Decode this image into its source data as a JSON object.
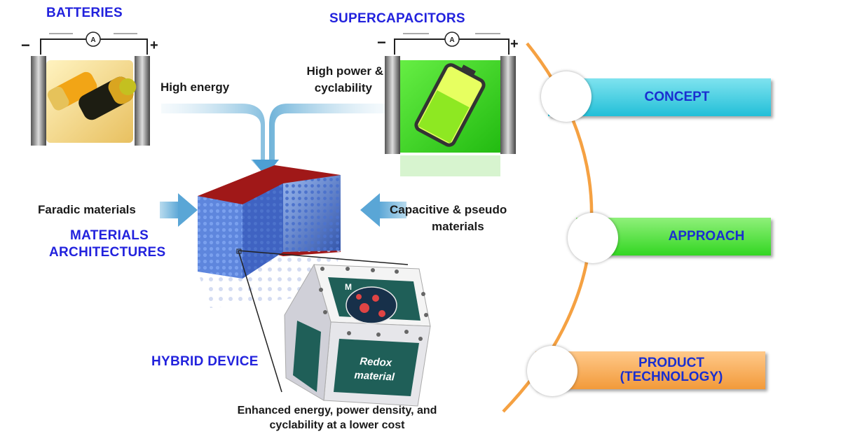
{
  "batteries": {
    "title": "BATTERIES",
    "property": "High energy"
  },
  "supercapacitors": {
    "title": "SUPERCAPACITORS",
    "property_line1": "High power &",
    "property_line2": "cyclability"
  },
  "electrode": {
    "minus": "−",
    "plus": "+",
    "meter": "A"
  },
  "materials": {
    "faradic": "Faradic materials",
    "capacitive_line1": "Capacitive & pseudo",
    "capacitive_line2": "materials",
    "architectures_line1": "MATERIALS",
    "architectures_line2": "ARCHITECTURES"
  },
  "hybrid": {
    "title": "HYBRID DEVICE",
    "cube_label_line1": "Redox",
    "cube_label_line2": "material",
    "ion_label": "M",
    "outcome_line1": "Enhanced energy, power density, and",
    "outcome_line2": "cyclability  at a lower cost"
  },
  "stages": [
    {
      "line1": "CONCEPT",
      "line2": "",
      "color": "#33c7dd"
    },
    {
      "line1": "APPROACH",
      "line2": "",
      "color": "#44dd33"
    },
    {
      "line1": "PRODUCT",
      "line2": "(TECHNOLOGY)",
      "color": "#f5a142"
    }
  ],
  "colors": {
    "title_blue": "#2222dd",
    "arc_orange": "#f5a142",
    "flow_arrow": "#6fb3d9",
    "cube_red": "#a01818"
  }
}
